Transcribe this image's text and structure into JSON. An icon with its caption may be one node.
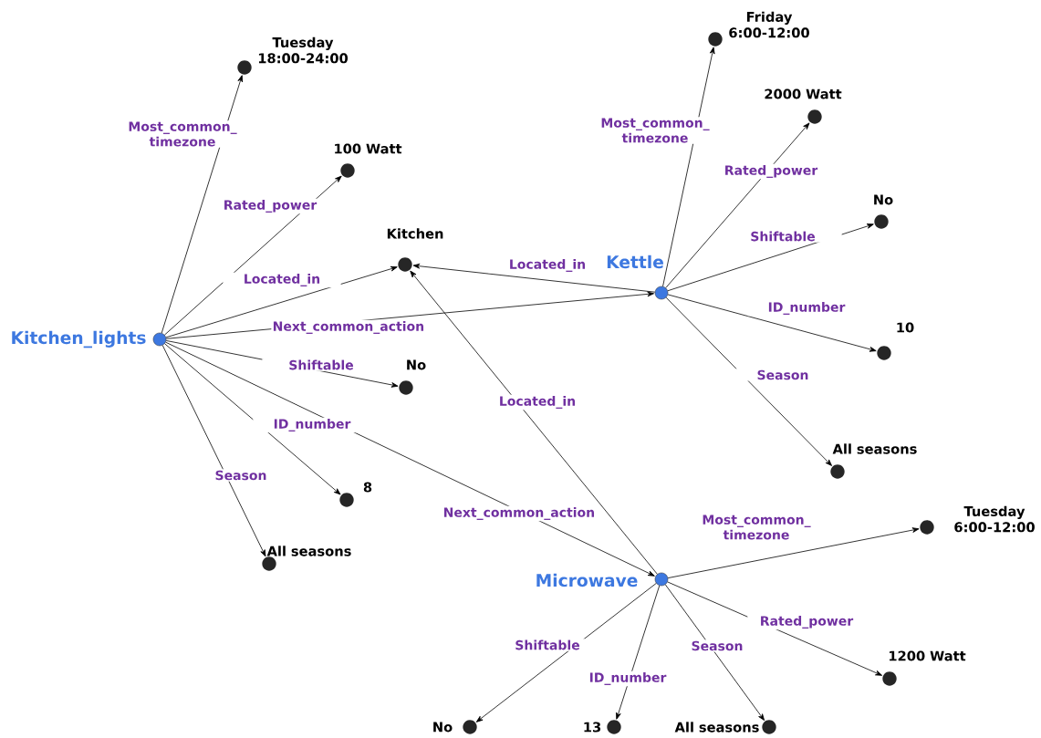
{
  "diagram": {
    "nodes": [
      {
        "text": [
          "Kitchen_lights"
        ]
      },
      {
        "text": [
          "Tuesday 18:00-24:00"
        ]
      },
      {
        "text": [
          "100 Watt"
        ]
      },
      {
        "text": [
          "Kitchen"
        ]
      },
      {
        "text": [
          "No"
        ]
      },
      {
        "text": [
          "8"
        ]
      },
      {
        "text": [
          "All seasons"
        ]
      },
      {
        "text": [
          "Kettle"
        ]
      },
      {
        "text": [
          "Friday 6:00-12:00"
        ]
      },
      {
        "text": [
          "2000 Watt"
        ]
      },
      {
        "text": [
          "No"
        ]
      },
      {
        "text": [
          "10"
        ]
      },
      {
        "text": [
          "All seasons"
        ]
      },
      {
        "text": [
          "Microwave"
        ]
      },
      {
        "text": [
          "Tuesday 6:00-12:00"
        ]
      },
      {
        "text": [
          "1200 Watt"
        ]
      },
      {
        "text": [
          "No"
        ]
      },
      {
        "text": [
          "13"
        ]
      },
      {
        "text": [
          "All seasons"
        ]
      }
    ],
    "edges": [
      {
        "from": 0,
        "to": 1,
        "arrow": "to",
        "label": "Most_common_ timezone"
      },
      {
        "from": 0,
        "to": 2,
        "arrow": "to",
        "label": "Rated_power"
      },
      {
        "from": 0,
        "to": 3,
        "arrow": "to",
        "label": "Located_in"
      },
      {
        "from": 0,
        "to": 7,
        "arrow": "to",
        "label": "Next_common_action"
      },
      {
        "from": 0,
        "to": 4,
        "arrow": "to",
        "label": "Shiftable"
      },
      {
        "from": 0,
        "to": 5,
        "arrow": "to",
        "label": "ID_number"
      },
      {
        "from": 0,
        "to": 6,
        "arrow": "to",
        "label": "Season"
      },
      {
        "from": 0,
        "to": 13,
        "arrow": "to",
        "label": "Next_common_action"
      },
      {
        "from": 7,
        "to": 3,
        "arrow": "to",
        "label": "Located_in"
      },
      {
        "from": 7,
        "to": 8,
        "arrow": "to",
        "label": "Most_common_ timezone"
      },
      {
        "from": 7,
        "to": 9,
        "arrow": "to",
        "label": "Rated_power"
      },
      {
        "from": 7,
        "to": 10,
        "arrow": "to",
        "label": "Shiftable"
      },
      {
        "from": 7,
        "to": 11,
        "arrow": "to",
        "label": "ID_number"
      },
      {
        "from": 7,
        "to": 12,
        "arrow": "to",
        "label": "Season"
      },
      {
        "from": 13,
        "to": 3,
        "arrow": "to",
        "label": "Located_in"
      },
      {
        "from": 13,
        "to": 14,
        "arrow": "to",
        "label": "Most_common_ timezone"
      },
      {
        "from": 13,
        "to": 15,
        "arrow": "to",
        "label": "Rated_power"
      },
      {
        "from": 13,
        "to": 16,
        "arrow": "to",
        "label": "Shiftable"
      },
      {
        "from": 13,
        "to": 17,
        "arrow": "to",
        "label": "ID_number"
      },
      {
        "from": 13,
        "to": 18,
        "arrow": "to",
        "label": "Season"
      }
    ]
  }
}
